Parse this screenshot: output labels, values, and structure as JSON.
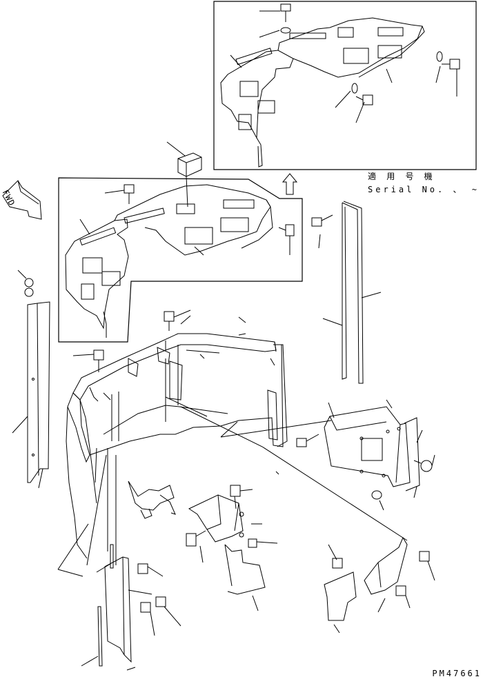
{
  "labels": {
    "serial_heading": "適 用 号 機",
    "serial_value": "Serial No.  、 ~",
    "fwd": "FWD",
    "drawing_number": "PM47661"
  },
  "icons": {
    "forward_arrow": "fwd-arrow-icon",
    "view_arrow": "up-arrow-icon"
  },
  "colors": {
    "line": "#000000",
    "background": "#ffffff"
  }
}
